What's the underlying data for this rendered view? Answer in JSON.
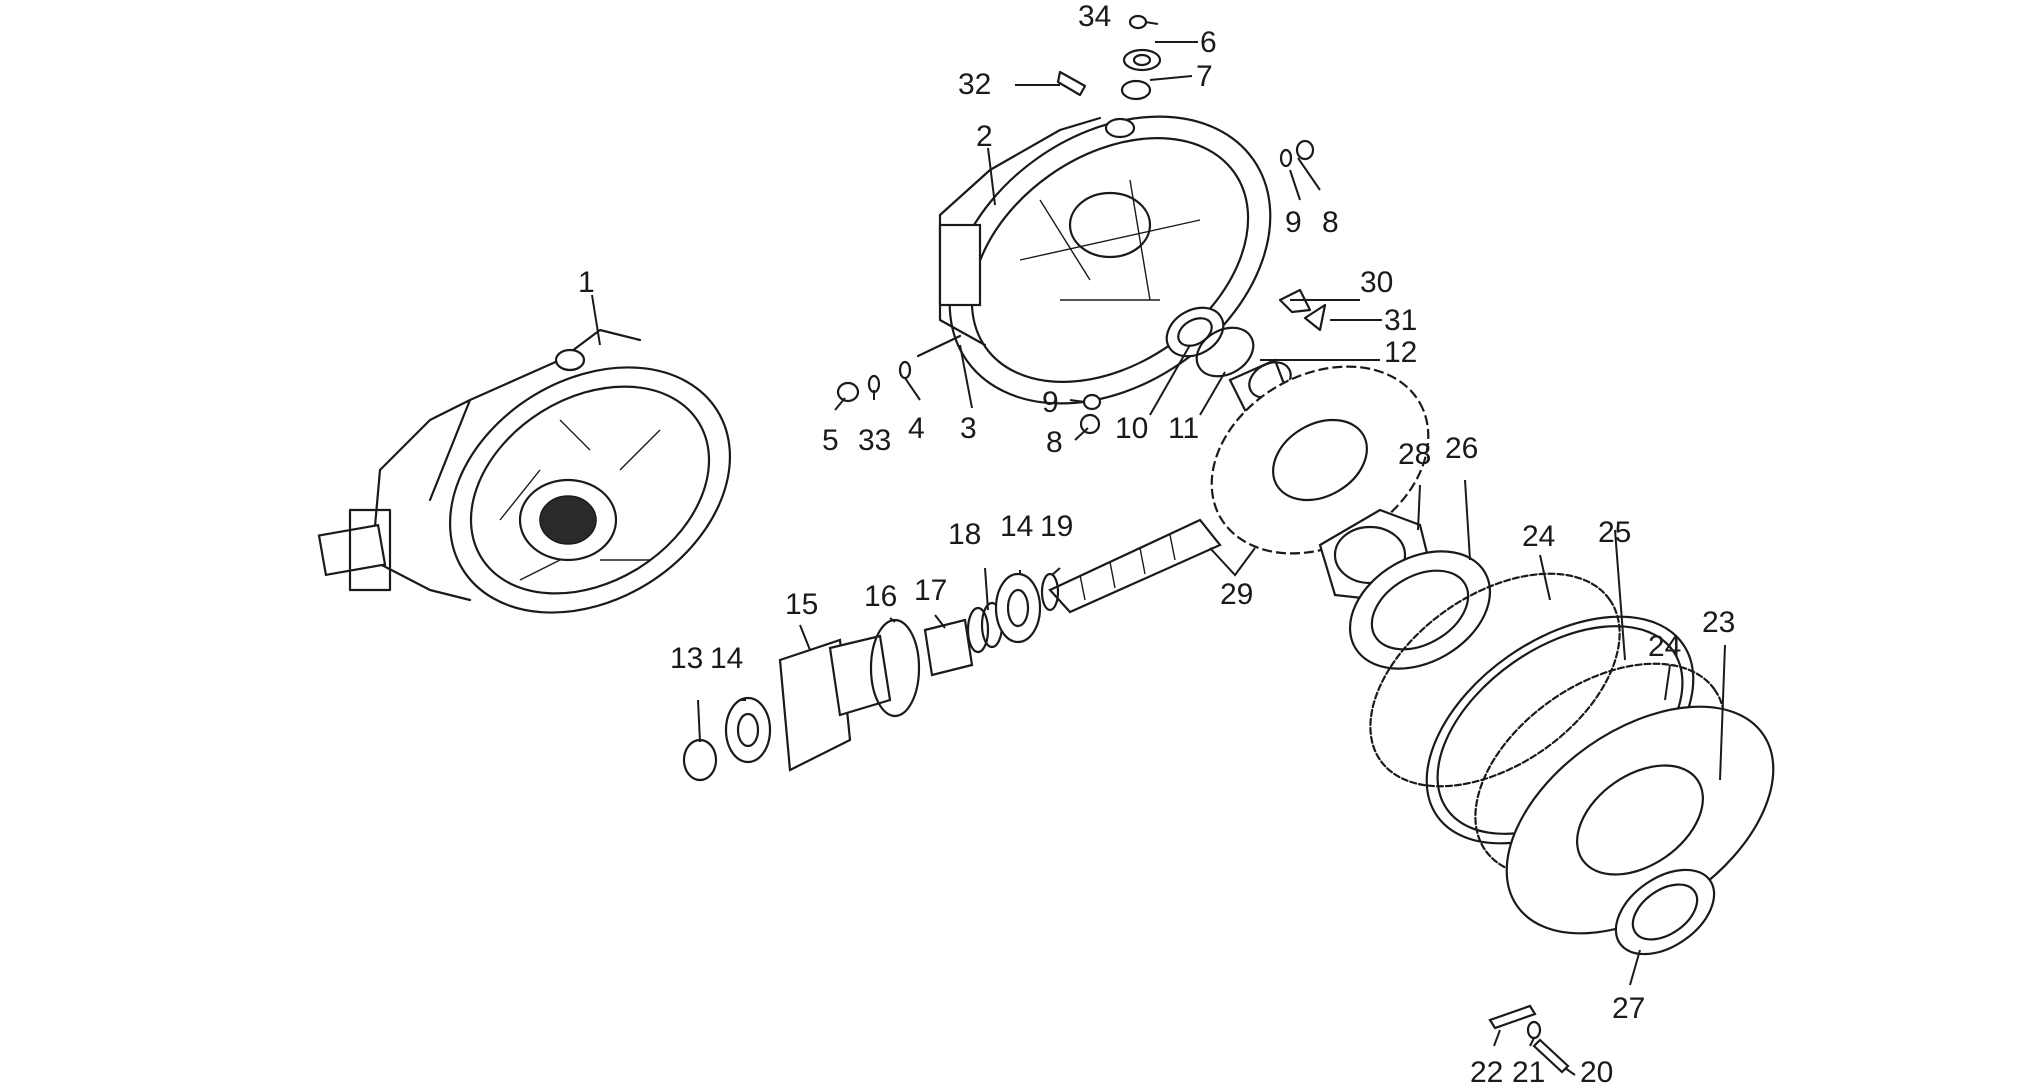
{
  "callouts": [
    {
      "id": "c1",
      "text": "1"
    },
    {
      "id": "c2",
      "text": "2"
    },
    {
      "id": "c3",
      "text": "3"
    },
    {
      "id": "c4",
      "text": "4"
    },
    {
      "id": "c5",
      "text": "5"
    },
    {
      "id": "c6",
      "text": "6"
    },
    {
      "id": "c7",
      "text": "7"
    },
    {
      "id": "c8a",
      "text": "8"
    },
    {
      "id": "c8b",
      "text": "8"
    },
    {
      "id": "c9a",
      "text": "9"
    },
    {
      "id": "c9b",
      "text": "9"
    },
    {
      "id": "c10",
      "text": "10"
    },
    {
      "id": "c11",
      "text": "11"
    },
    {
      "id": "c12",
      "text": "12"
    },
    {
      "id": "c13",
      "text": "13"
    },
    {
      "id": "c14a",
      "text": "14"
    },
    {
      "id": "c14b",
      "text": "14"
    },
    {
      "id": "c15",
      "text": "15"
    },
    {
      "id": "c16",
      "text": "16"
    },
    {
      "id": "c17",
      "text": "17"
    },
    {
      "id": "c18",
      "text": "18"
    },
    {
      "id": "c19",
      "text": "19"
    },
    {
      "id": "c20",
      "text": "20"
    },
    {
      "id": "c21",
      "text": "21"
    },
    {
      "id": "c22",
      "text": "22"
    },
    {
      "id": "c23",
      "text": "23"
    },
    {
      "id": "c24a",
      "text": "24"
    },
    {
      "id": "c24b",
      "text": "24"
    },
    {
      "id": "c25",
      "text": "25"
    },
    {
      "id": "c26",
      "text": "26"
    },
    {
      "id": "c27",
      "text": "27"
    },
    {
      "id": "c28",
      "text": "28"
    },
    {
      "id": "c29",
      "text": "29"
    },
    {
      "id": "c30",
      "text": "30"
    },
    {
      "id": "c31",
      "text": "31"
    },
    {
      "id": "c32",
      "text": "32"
    },
    {
      "id": "c33",
      "text": "33"
    },
    {
      "id": "c34",
      "text": "34"
    }
  ]
}
